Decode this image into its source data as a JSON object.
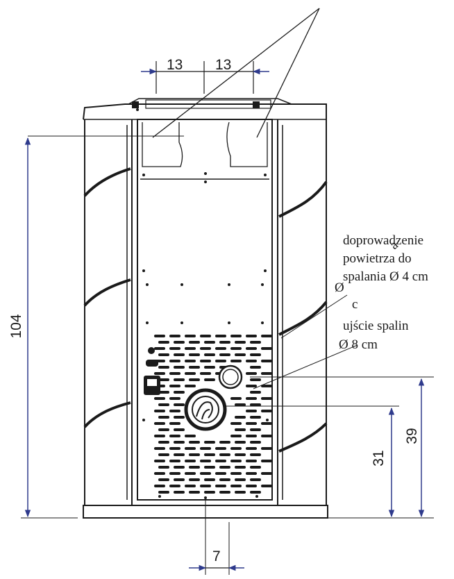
{
  "dimensions": {
    "top_left": "13",
    "top_right": "13",
    "height_total": "104",
    "height_exhaust": "39",
    "height_air": "31",
    "bottom_offset": "7"
  },
  "annotations": {
    "air_line1": "doprowadzenie",
    "air_line2": "powietrza do",
    "air_line3": "spalania Ø 4 cm",
    "exhaust_line1": "ujście spalin",
    "exhaust_line2": "Ø 8 cm",
    "phi_small": "Ø",
    "mark_a": "a",
    "mark_c": "c"
  },
  "colors": {
    "line": "#1a1a1a",
    "dimension_arrow": "#2e3a8c",
    "body_fill": "#ffffff"
  }
}
